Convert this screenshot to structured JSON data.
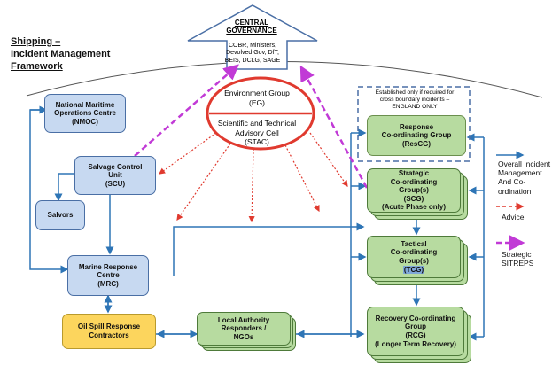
{
  "title": "Shipping –\nIncident Management\nFramework",
  "central_governance": {
    "title": "CENTRAL\nGOVERNANCE",
    "members": "COBR, Ministers,\nDevolved Gov,  DfT,\nBEIS, DCLG, SAGE"
  },
  "advisory": {
    "eg": "Environment Group\n(EG)",
    "stac": "Scientific and Technical\nAdvisory Cell\n(STAC)"
  },
  "left_boxes": {
    "nmoc": "National Maritime\nOperations Centre\n(NMOC)",
    "scu": "Salvage Control\nUnit\n(SCU)",
    "salvors": "Salvors",
    "mrc": "Marine Response\nCentre\n(MRC)",
    "oil": "Oil Spill Response\nContractors",
    "local": "Local Authority\nResponders /\nNGOs"
  },
  "right_boxes": {
    "rescg_note": "Established only if required for\ncross boundary incidents –\nENGLAND ONLY",
    "rescg": "Response\nCo-ordinating Group\n(ResCG)",
    "scg": "Strategic\nCo-ordinating\nGroup(s)\n(SCG)\n(Acute Phase only)",
    "tcg_lines": "Tactical\nCo-ordinating\nGroup(s)",
    "tcg_abbr": "(TCG)",
    "rcg": "Recovery Co-ordinating\nGroup\n(RCG)\n(Longer Term Recovery)"
  },
  "legend": {
    "solid": "Overall Incident\nManagement\nAnd Co-\nordination",
    "advice": "Advice",
    "sitreps": "Strategic\nSITREPS"
  },
  "colors": {
    "line_blue": "#2e75b6",
    "advice_red": "#e03a2f",
    "sitrep_magenta": "#c13ad6",
    "box_blue": "#c7d9f1",
    "box_green": "#b7dba0",
    "box_gold": "#fcd55d"
  }
}
